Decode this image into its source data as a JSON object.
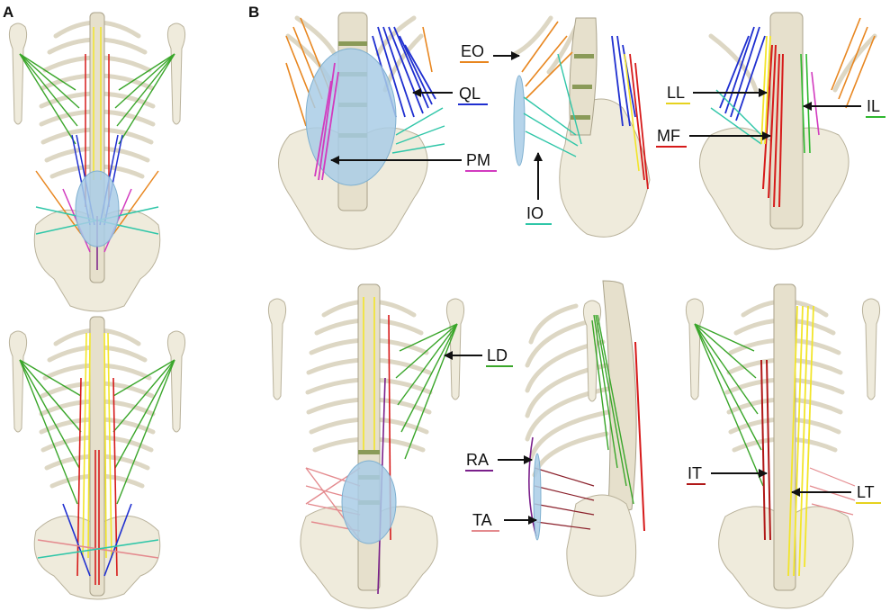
{
  "panels": {
    "a": {
      "letter": "A"
    },
    "b": {
      "letter": "B"
    }
  },
  "labels": {
    "eo": {
      "text": "EO",
      "color": "#e8861f"
    },
    "ql": {
      "text": "QL",
      "color": "#1f2fd0"
    },
    "pm": {
      "text": "PM",
      "color": "#d23bbf"
    },
    "io": {
      "text": "IO",
      "color": "#2fc6a8"
    },
    "ll": {
      "text": "LL",
      "color": "#e6d21e"
    },
    "il": {
      "text": "IL",
      "color": "#2fb82f"
    },
    "mf": {
      "text": "MF",
      "color": "#d61a1a"
    },
    "ld": {
      "text": "LD",
      "color": "#3aa62a"
    },
    "ra": {
      "text": "RA",
      "color": "#7a1f8a"
    },
    "ta": {
      "text": "TA",
      "color": "#e48a8e"
    },
    "it": {
      "text": "IT",
      "color": "#b01818"
    },
    "lt": {
      "text": "LT",
      "color": "#e6d21e"
    }
  },
  "muscle_colors": {
    "external_oblique": "#e8861f",
    "quadratus_lumborum": "#1f2fd0",
    "psoas_major": "#d23bbf",
    "internal_oblique": "#2fc6a8",
    "longissimus": "#f2e52a",
    "iliocostalis": "#2fb82f",
    "multifidus": "#d61a1a",
    "latissimus_dorsi": "#3aa62a",
    "rectus_abdominis": "#7a1f8a",
    "transversus_abdominis": "#e48a8e"
  }
}
